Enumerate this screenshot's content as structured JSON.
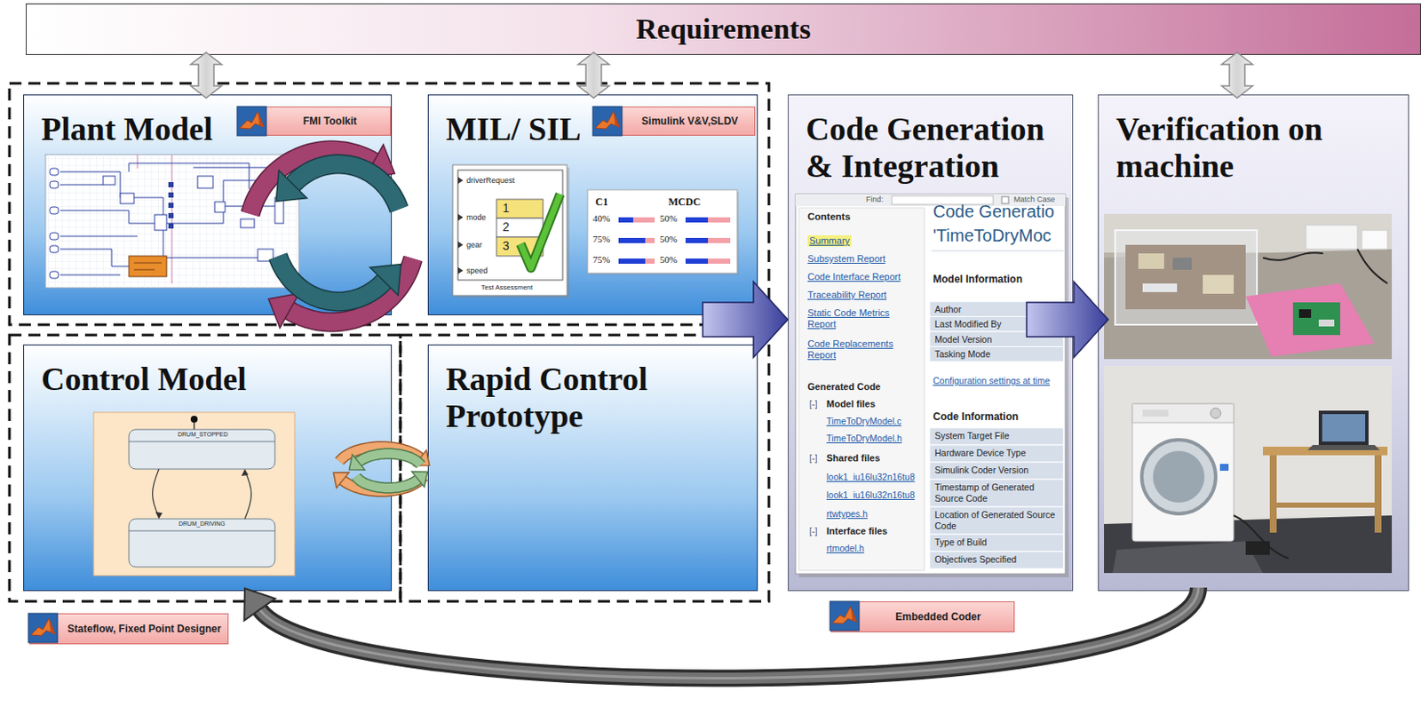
{
  "diagram": {
    "nodes": [
      {
        "text": [
          "Requirements"
        ]
      },
      {
        "text": [
          "Plant Model"
        ]
      },
      {
        "text": [
          "FMI Toolkit"
        ],
        "in": 1
      },
      {
        "text": [
          "MIL/ SIL"
        ]
      },
      {
        "text": [
          "Simulink V&V,SLDV"
        ],
        "in": 3
      },
      {
        "text": [
          "Code Generation & Integration"
        ]
      },
      {
        "text": [
          "Verification on machine"
        ]
      },
      {
        "text": [
          "Control Model"
        ]
      },
      {
        "text": [
          "Rapid Control Prototype"
        ]
      },
      {
        "text": [
          "Stateflow, Fixed Point Designer"
        ]
      },
      {
        "text": [
          "Embedded Coder"
        ]
      }
    ],
    "edges": [
      {
        "from": 0,
        "to": 1,
        "arrow": "both"
      },
      {
        "from": 0,
        "to": 3,
        "arrow": "both"
      },
      {
        "from": 0,
        "to": 6,
        "arrow": "both"
      },
      {
        "from": 1,
        "to": 3,
        "arrow": "both"
      },
      {
        "from": 7,
        "to": 8,
        "arrow": "both"
      },
      {
        "from": 3,
        "to": 5,
        "arrow": "to"
      },
      {
        "from": 5,
        "to": 6,
        "arrow": "to"
      },
      {
        "from": 6,
        "to": 7,
        "arrow": "to"
      }
    ],
    "labels": [
      "driverRequest",
      "mode",
      "gear",
      "speed",
      "1",
      "2",
      "3",
      "Test Assessment",
      "C1",
      "MCDC",
      "40%",
      "50%",
      "75%",
      "50%",
      "75%",
      "50%",
      "Find:",
      "Match Case",
      "Contents",
      "Summary",
      "Subsystem Report",
      "Code Interface Report",
      "Traceability Report",
      "Static Code Metrics Report",
      "Code Replacements Report",
      "Generated Code",
      "[-]",
      "Model files",
      "TimeToDryModel.c",
      "TimeToDryModel.h",
      "[-]",
      "Shared files",
      "look1_iu16lu32n16tu8",
      "look1_iu16lu32n16tu8",
      "rtwtypes.h",
      "[-]",
      "Interface files",
      "rtmodel.h",
      "Code Generatio",
      "'TimeToDryMoc",
      "Model Information",
      "Author",
      "Last Modified By",
      "Model Version",
      "Tasking Mode",
      "Configuration settings at time",
      "Code Information",
      "System Target File",
      "Hardware Device Type",
      "Simulink Coder Version",
      "Timestamp of Generated Source Code",
      "Location of Generated Source Code",
      "Type of Build",
      "Objectives Specified",
      "DRUM_STOPPED",
      "DRUM_DRIVING"
    ]
  }
}
